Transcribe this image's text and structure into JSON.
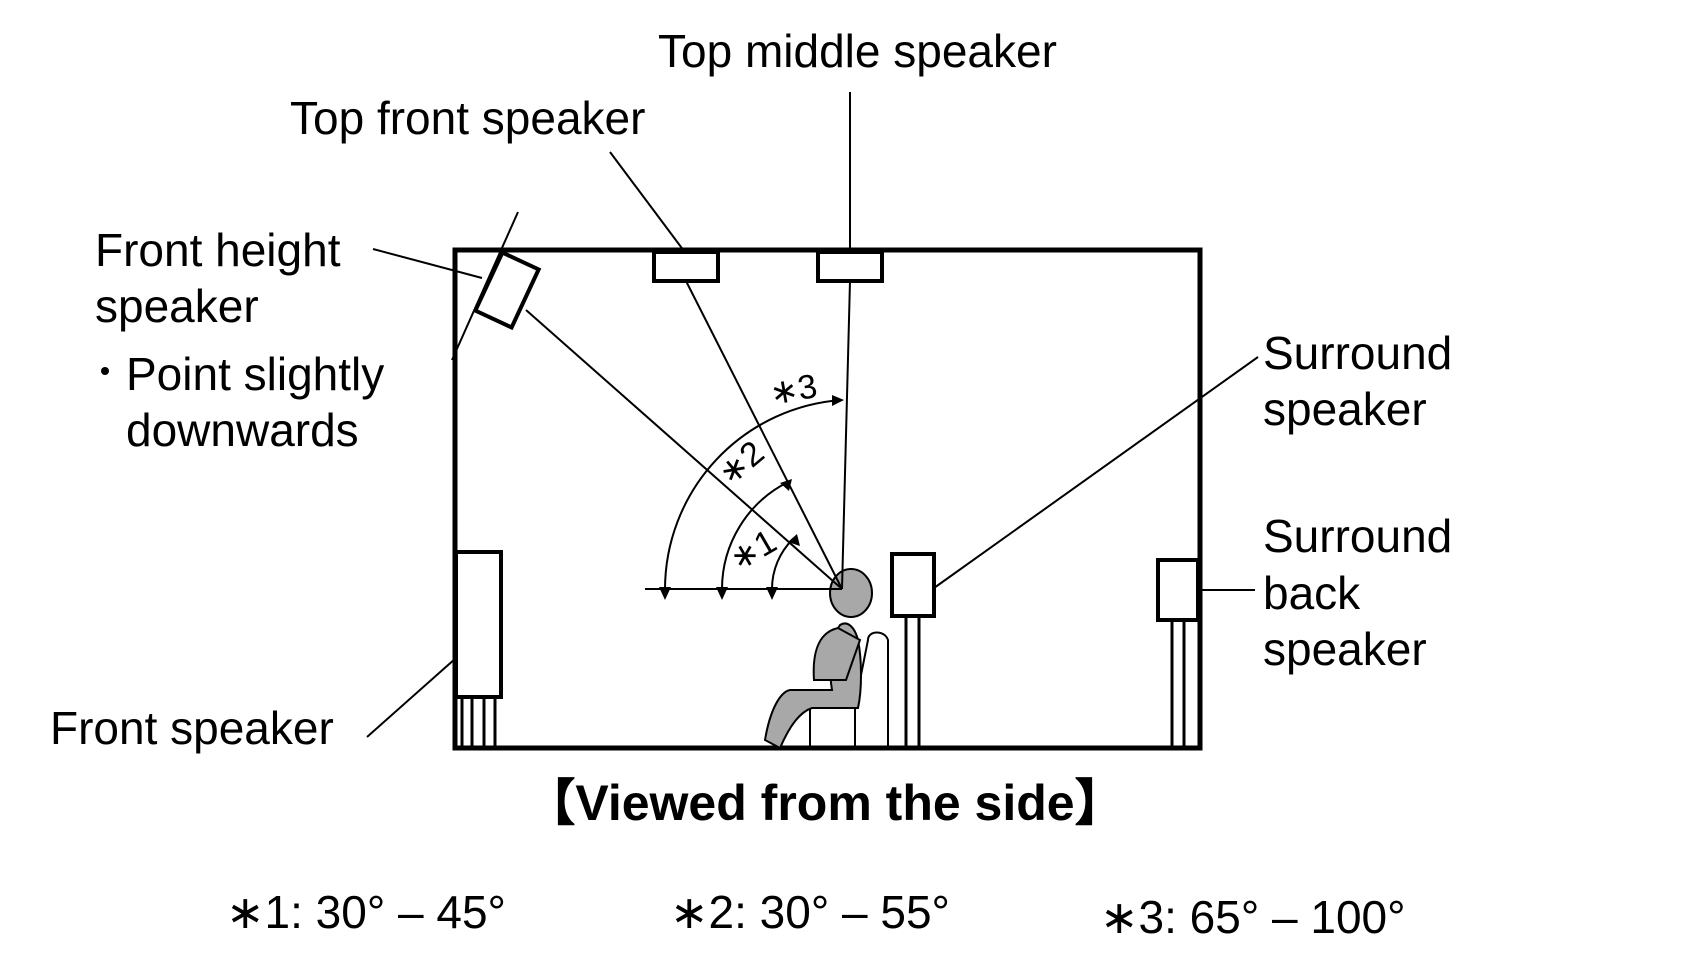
{
  "labels": {
    "top_middle": "Top middle speaker",
    "top_front": "Top front speaker",
    "front_height_line1": "Front height",
    "front_height_line2": "speaker",
    "front_height_note_line1": "Point slightly",
    "front_height_note_line2": "downwards",
    "surround_line1": "Surround",
    "surround_line2": "speaker",
    "surround_back_line1": "Surround",
    "surround_back_line2": "back",
    "surround_back_line3": "speaker",
    "front": "Front speaker"
  },
  "caption": "【Viewed from the side】",
  "angle_markers": {
    "a1": "∗1",
    "a2": "∗2",
    "a3": "∗3"
  },
  "notes": {
    "n1": "∗1: 30° – 45°",
    "n2": "∗2: 30° – 55°",
    "n3": "∗3: 65° – 100°"
  },
  "colors": {
    "listener": "#a8a8a8",
    "line": "#000000"
  }
}
